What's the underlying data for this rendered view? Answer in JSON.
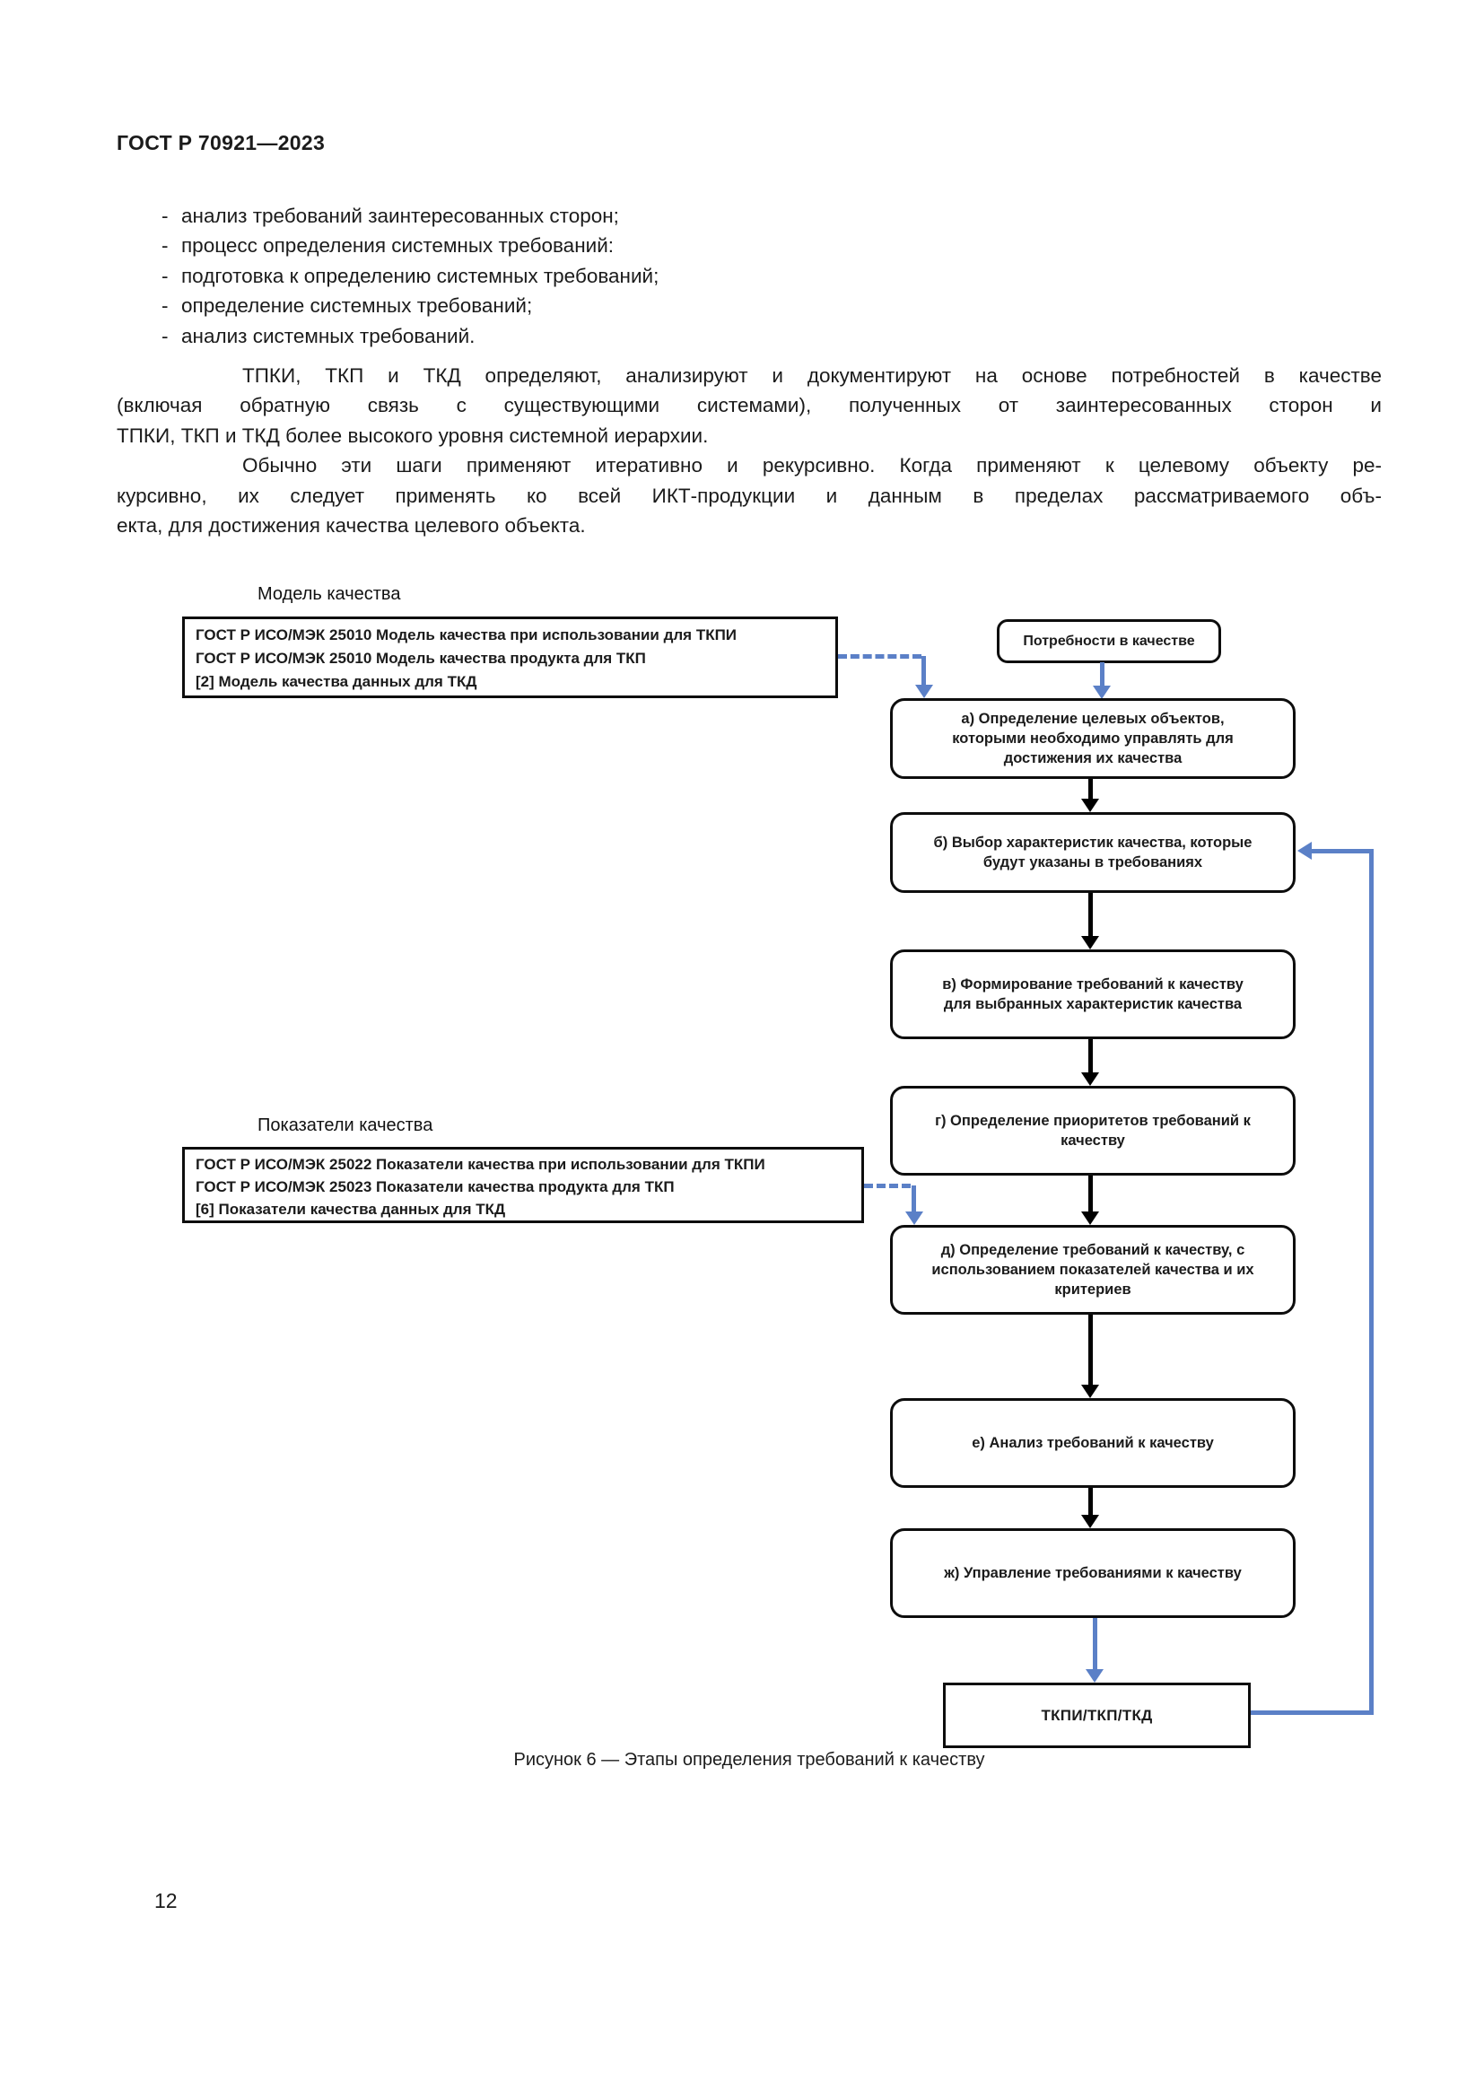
{
  "page": {
    "header": "ГОСТ Р 70921—2023",
    "number": "12"
  },
  "list": {
    "marker": "-",
    "items": [
      "анализ требований заинтересованных сторон;",
      "процесс определения системных требований:",
      "подготовка к определению системных требований;",
      "определение системных требований;",
      "анализ системных требований."
    ]
  },
  "paragraphs": {
    "p1": {
      "lines": [
        "ТПКИ, ТКП и ТКД определяют, анализируют и документируют на основе потребностей в качестве",
        "(включая обратную связь с существующими системами), полученных от заинтересованных сторон и",
        "ТПКИ, ТКП и ТКД более высокого уровня системной иерархии."
      ]
    },
    "p2": {
      "lines": [
        "Обычно эти шаги применяют итеративно и рекурсивно. Когда применяют к целевому объекту ре-",
        "курсивно, их следует применять ко всей ИКТ-продукции и данным в пределах рассматриваемого объ-",
        "екта, для достижения качества целевого объекта."
      ]
    }
  },
  "diagram": {
    "model_label": "Модель качества",
    "model_box": {
      "lines": [
        "ГОСТ Р ИСО/МЭК 25010 Модель качества при использовании для ТКПИ",
        "ГОСТ Р ИСО/МЭК 25010 Модель качества продукта для ТКП",
        "[2] Модель качества данных для ТКД"
      ]
    },
    "metrics_label": "Показатели качества",
    "metrics_box": {
      "lines": [
        "ГОСТ Р ИСО/МЭК 25022 Показатели качества при использовании для ТКПИ",
        "ГОСТ Р ИСО/МЭК 25023 Показатели качества продукта для ТКП",
        "[6] Показатели качества данных для ТКД"
      ]
    },
    "needs_box": "Потребности в качестве",
    "steps": [
      {
        "id": "a",
        "text": "а) Определение целевых объектов, которыми необходимо управлять для достижения их качества"
      },
      {
        "id": "b",
        "text": "б) Выбор характеристик качества, которые будут указаны в требованиях"
      },
      {
        "id": "v",
        "text": "в) Формирование требований к качеству для выбранных характеристик качества"
      },
      {
        "id": "g",
        "text": "г) Определение приоритетов требований к качеству"
      },
      {
        "id": "d",
        "text": "д) Определение требований к качеству, с использованием показателей качества и их критериев"
      },
      {
        "id": "e",
        "text": "е) Анализ требований к качеству"
      },
      {
        "id": "zh",
        "text": "ж) Управление требованиями к качеству"
      }
    ],
    "result_box": "ТКПИ/ТКП/ТКД",
    "caption": "Рисунок 6 — Этапы определения требований к качеству",
    "colors": {
      "arrow_blue": "#5b80c7",
      "arrow_black": "#000000",
      "box_border": "#0d0d0d"
    }
  }
}
